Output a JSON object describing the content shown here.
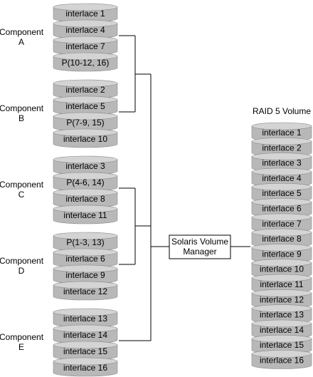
{
  "components": [
    {
      "name_line1": "Component",
      "name_line2": "A",
      "disks": [
        "interlace 1",
        "interlace 4",
        "interlace 7",
        "P(10-12, 16)"
      ]
    },
    {
      "name_line1": "Component",
      "name_line2": "B",
      "disks": [
        "interlace 2",
        "interlace 5",
        "P(7-9, 15)",
        "interlace 10"
      ]
    },
    {
      "name_line1": "Component",
      "name_line2": "C",
      "disks": [
        "interlace 3",
        "P(4-6, 14)",
        "interlace 8",
        "interlace 11"
      ]
    },
    {
      "name_line1": "Component",
      "name_line2": "D",
      "disks": [
        "P(1-3, 13)",
        "interlace 6",
        "interlace 9",
        "interlace 12"
      ]
    },
    {
      "name_line1": "Component",
      "name_line2": "E",
      "disks": [
        "interlace 13",
        "interlace 14",
        "interlace 15",
        "interlace 16"
      ]
    }
  ],
  "manager": {
    "line1": "Solaris Volume",
    "line2": "Manager"
  },
  "raid": {
    "title": "RAID 5 Volume",
    "disks": [
      "interlace 1",
      "interlace 2",
      "interlace 3",
      "interlace 4",
      "interlace 5",
      "interlace 6",
      "interlace 7",
      "interlace 8",
      "interlace 9",
      "interlace 10",
      "interlace 11",
      "interlace 12",
      "interlace 13",
      "interlace 14",
      "interlace 15",
      "interlace 16"
    ]
  },
  "colors": {
    "disk_top": "#d4d4d4",
    "disk_body": "#b8b8b8",
    "line": "#000000"
  }
}
